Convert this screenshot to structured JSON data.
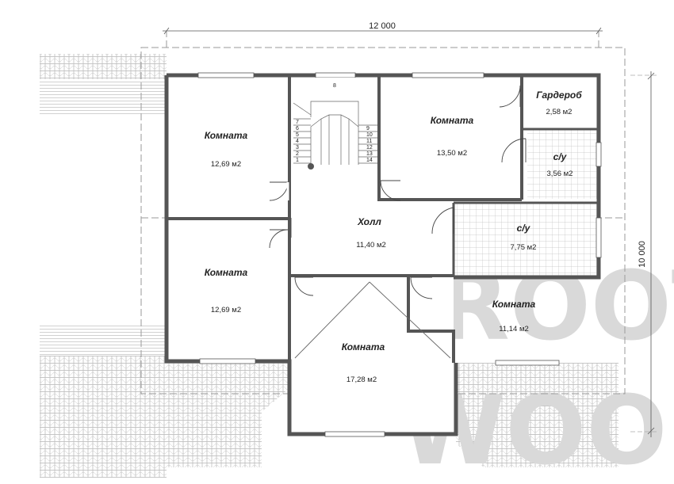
{
  "dimensions": {
    "width": "12 000",
    "height": "10 000"
  },
  "rooms": [
    {
      "name": "Комната",
      "area": "12,69 м2"
    },
    {
      "name": "Комната",
      "area": "12,69 м2"
    },
    {
      "name": "Комната",
      "area": "13,50 м2"
    },
    {
      "name": "Гардероб",
      "area": "2,58 м2"
    },
    {
      "name": "с/у",
      "area": "3,56 м2"
    },
    {
      "name": "Холл",
      "area": "11,40 м2"
    },
    {
      "name": "с/у",
      "area": "7,75 м2"
    },
    {
      "name": "Комната",
      "area": "11,14 м2"
    },
    {
      "name": "Комната",
      "area": "17,28 м2"
    }
  ],
  "stairs": {
    "left_steps": [
      "7",
      "6",
      "5",
      "4",
      "3",
      "2",
      "1"
    ],
    "right_steps": [
      "9",
      "10",
      "11",
      "12",
      "13",
      "14"
    ],
    "top_label": "8"
  },
  "watermark": {
    "line1": "GROOT",
    "line2": "WOOD"
  },
  "colors": {
    "wall": "#555555",
    "roof_hatch": "#aaaaaa",
    "tile": "#bdbdbd",
    "dash": "#999999"
  }
}
